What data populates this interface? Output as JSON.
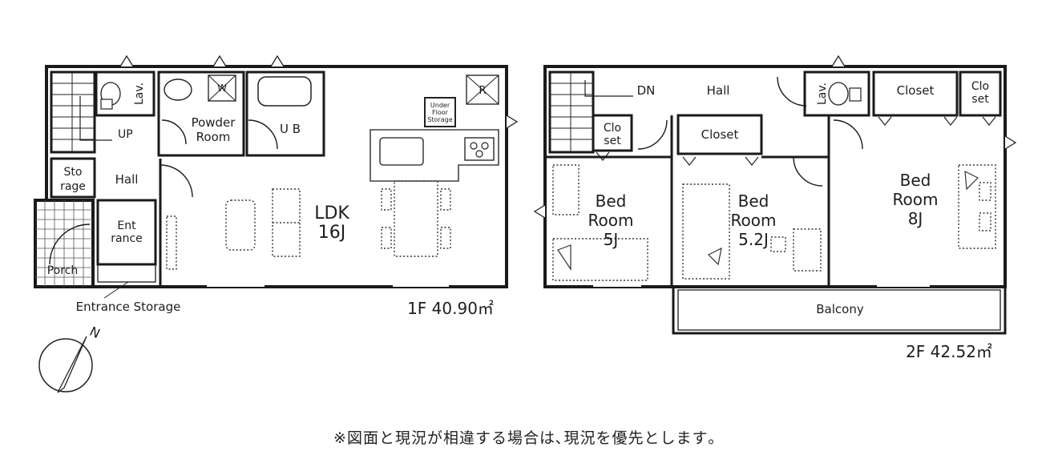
{
  "floor1": {
    "rooms": {
      "lav": "Lav.",
      "up": "UP",
      "powder_room_line1": "Powder",
      "powder_room_line2": "Room",
      "ub": "U B",
      "w": "W",
      "r": "R",
      "storage_line1": "Sto",
      "storage_line2": "rage",
      "hall": "Hall",
      "entrance_line1": "Ent",
      "entrance_line2": "rance",
      "porch": "Porch",
      "underfloor_line1": "Under",
      "underfloor_line2": "Floor",
      "underfloor_line3": "Storage",
      "ldk_line1": "LDK",
      "ldk_line2": "16J"
    },
    "entrance_storage": "Entrance Storage",
    "area": "1F 40.90㎡"
  },
  "floor2": {
    "rooms": {
      "dn": "DN",
      "hall": "Hall",
      "lav": "Lav.",
      "closet_top": "Closet",
      "closet_right_line1": "Clo",
      "closet_right_line2": "set",
      "closet_left_line1": "Clo",
      "closet_left_line2": "set",
      "closet_mid": "Closet",
      "bed5_line1": "Bed",
      "bed5_line2": "Room",
      "bed5_line3": "5J",
      "bed52_line1": "Bed",
      "bed52_line2": "Room",
      "bed52_line3": "5.2J",
      "bed8_line1": "Bed",
      "bed8_line2": "Room",
      "bed8_line3": "8J",
      "balcony": "Balcony"
    },
    "area": "2F 42.52㎡"
  },
  "compass_label": "N",
  "note": "※図面と現況が相違する場合は､現況を優先とします｡"
}
